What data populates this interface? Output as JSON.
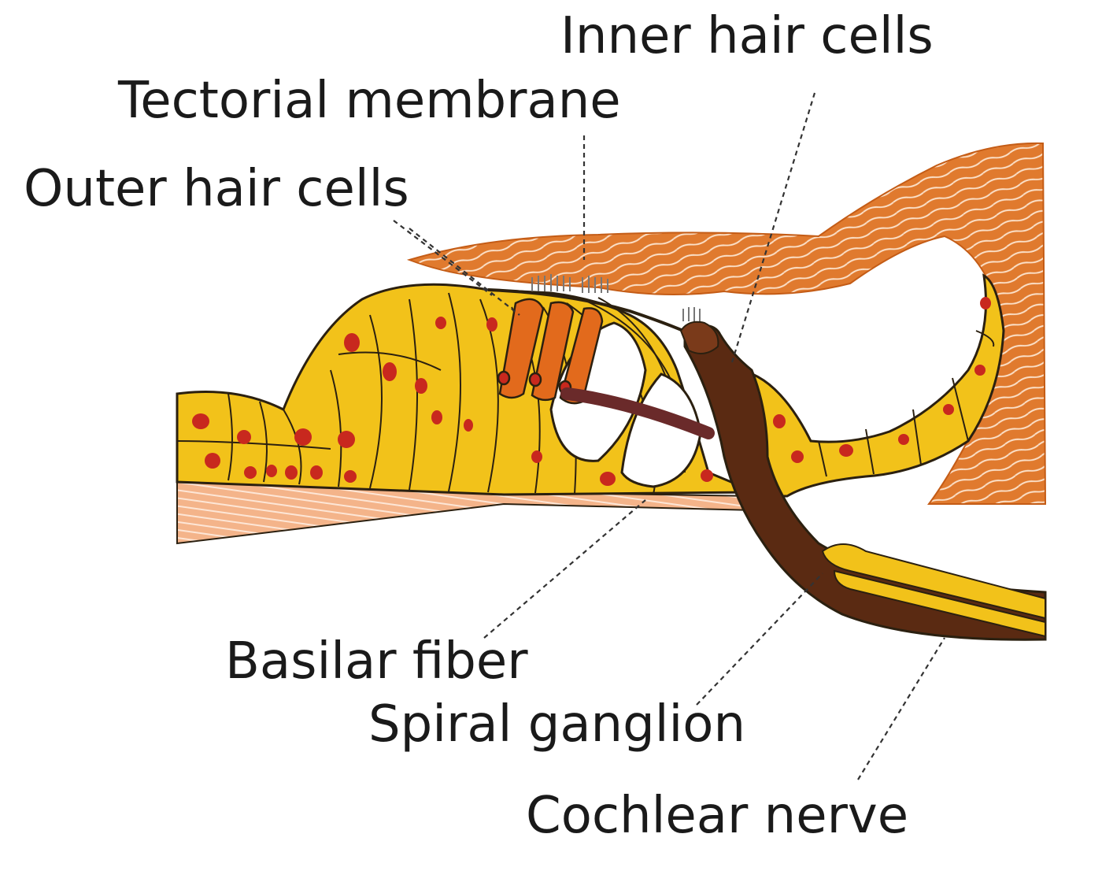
{
  "labels": {
    "inner_hair_cells": "Inner hair cells",
    "tectorial_membrane": "Tectorial membrane",
    "outer_hair_cells": "Outer hair cells",
    "basilar_fiber": "Basilar fiber",
    "spiral_ganglion": "Spiral ganglion",
    "cochlear_nerve": "Cochlear nerve"
  },
  "colors": {
    "tectorial": "#e07a2e",
    "tissue_yellow": "#f2c21a",
    "nucleus_red": "#c8281e",
    "hair_cell_orange": "#e26a1c",
    "nerve_brown": "#5a2a12",
    "outline": "#2b2010"
  }
}
